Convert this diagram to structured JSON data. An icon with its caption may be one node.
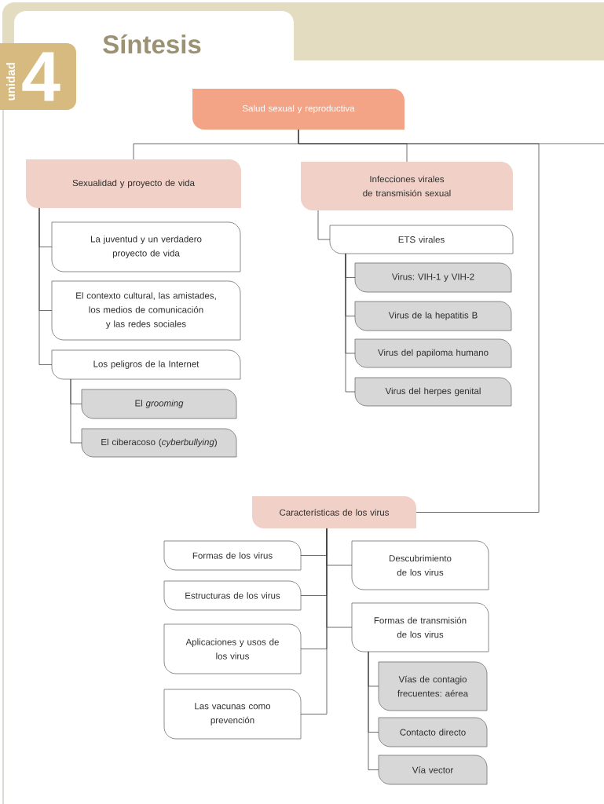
{
  "diagram": {
    "title": "Síntesis",
    "nodes": [
      {
        "text": [
          "unidad",
          "4"
        ]
      },
      {
        "text": [
          "Salud sexual y reproductiva"
        ]
      },
      {
        "text": [
          "Sexualidad y proyecto de vida"
        ]
      },
      {
        "text": [
          "La juventud y un verdadero proyecto de vida"
        ]
      },
      {
        "text": [
          "El contexto cultural, las amistades, los medios de comunicación y las redes sociales"
        ]
      },
      {
        "text": [
          "Los peligros de la Internet"
        ]
      },
      {
        "text": [
          "El *grooming*"
        ]
      },
      {
        "text": [
          "El ciberacoso (*cyberbullying*)"
        ]
      },
      {
        "text": [
          "Infecciones virales de transmisión sexual"
        ]
      },
      {
        "text": [
          "ETS virales"
        ]
      },
      {
        "text": [
          "Virus: VIH-1 y VIH-2"
        ]
      },
      {
        "text": [
          "Virus de la hepatitis B"
        ]
      },
      {
        "text": [
          "Virus del papiloma humano"
        ]
      },
      {
        "text": [
          "Virus del herpes genital"
        ]
      },
      {
        "text": [
          "Características de los virus"
        ]
      },
      {
        "text": [
          "Formas de los virus"
        ]
      },
      {
        "text": [
          "Estructuras de los virus"
        ]
      },
      {
        "text": [
          "Aplicaciones y usos de los virus"
        ]
      },
      {
        "text": [
          "Las vacunas como prevención"
        ]
      },
      {
        "text": [
          "Descubrimiento de los virus"
        ]
      },
      {
        "text": [
          "Formas de transmisión de los virus"
        ]
      },
      {
        "text": [
          "Vías de contagio frecuentes: aérea"
        ]
      },
      {
        "text": [
          "Contacto directo"
        ]
      },
      {
        "text": [
          "Vía vector"
        ]
      }
    ],
    "edges": [
      {
        "from": 1,
        "to": 2,
        "arrow": "none"
      },
      {
        "from": 1,
        "to": 8,
        "arrow": "none"
      },
      {
        "from": 1,
        "to": 14,
        "arrow": "none"
      },
      {
        "from": 1,
        "to": null,
        "arrow": "none"
      },
      {
        "from": 2,
        "to": 3,
        "arrow": "none"
      },
      {
        "from": 2,
        "to": 4,
        "arrow": "none"
      },
      {
        "from": 2,
        "to": 5,
        "arrow": "none"
      },
      {
        "from": 5,
        "to": 6,
        "arrow": "none"
      },
      {
        "from": 5,
        "to": 7,
        "arrow": "none"
      },
      {
        "from": 8,
        "to": 9,
        "arrow": "none"
      },
      {
        "from": 9,
        "to": 10,
        "arrow": "none"
      },
      {
        "from": 9,
        "to": 11,
        "arrow": "none"
      },
      {
        "from": 9,
        "to": 12,
        "arrow": "none"
      },
      {
        "from": 9,
        "to": 13,
        "arrow": "none"
      },
      {
        "from": 14,
        "to": 15,
        "arrow": "none"
      },
      {
        "from": 14,
        "to": 16,
        "arrow": "none"
      },
      {
        "from": 14,
        "to": 17,
        "arrow": "none"
      },
      {
        "from": 14,
        "to": 18,
        "arrow": "none"
      },
      {
        "from": 14,
        "to": 19,
        "arrow": "none"
      },
      {
        "from": 14,
        "to": 20,
        "arrow": "none"
      },
      {
        "from": 20,
        "to": 21,
        "arrow": "none"
      },
      {
        "from": 20,
        "to": 22,
        "arrow": "none"
      },
      {
        "from": 20,
        "to": 23,
        "arrow": "none"
      }
    ]
  }
}
